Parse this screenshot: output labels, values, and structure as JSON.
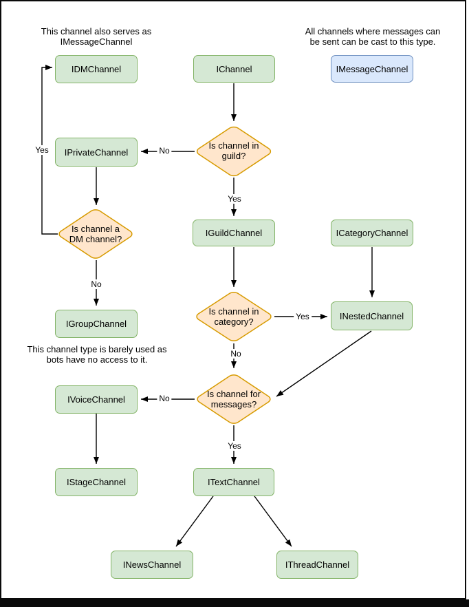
{
  "annotations": {
    "dm_note": "This channel also serves as\nIMessageChannel",
    "message_note": "All channels where messages can\nbe sent can be cast to this type.",
    "group_note": "This channel type is barely used as\nbots have no access to it."
  },
  "nodes": {
    "dm": {
      "label": "IDMChannel"
    },
    "channel": {
      "label": "IChannel"
    },
    "message": {
      "label": "IMessageChannel"
    },
    "private": {
      "label": "IPrivateChannel"
    },
    "guild": {
      "label": "IGuildChannel"
    },
    "category": {
      "label": "ICategoryChannel"
    },
    "group": {
      "label": "IGroupChannel"
    },
    "nested": {
      "label": "INestedChannel"
    },
    "voice": {
      "label": "IVoiceChannel"
    },
    "stage": {
      "label": "IStageChannel"
    },
    "text": {
      "label": "ITextChannel"
    },
    "news": {
      "label": "INewsChannel"
    },
    "thread": {
      "label": "IThreadChannel"
    }
  },
  "decisions": {
    "in_guild": {
      "label": "Is channel in\nguild?"
    },
    "is_dm": {
      "label": "Is channel a\nDM channel?"
    },
    "in_category": {
      "label": "Is channel in\ncategory?"
    },
    "for_messages": {
      "label": "Is channel for\nmessages?"
    }
  },
  "edge_labels": {
    "is_dm_yes": "Yes",
    "in_guild_no": "No",
    "in_guild_yes": "Yes",
    "is_dm_no": "No",
    "in_category_yes": "Yes",
    "in_category_no": "No",
    "for_messages_no": "No",
    "for_messages_yes": "Yes"
  },
  "colors": {
    "node_fill": "#d5e8d4",
    "node_stroke": "#82b366",
    "decision_fill": "#ffe6cc",
    "decision_stroke": "#d79b00",
    "highlight_fill": "#dae8fc",
    "highlight_stroke": "#6c8ebf",
    "connector": "#000000"
  }
}
